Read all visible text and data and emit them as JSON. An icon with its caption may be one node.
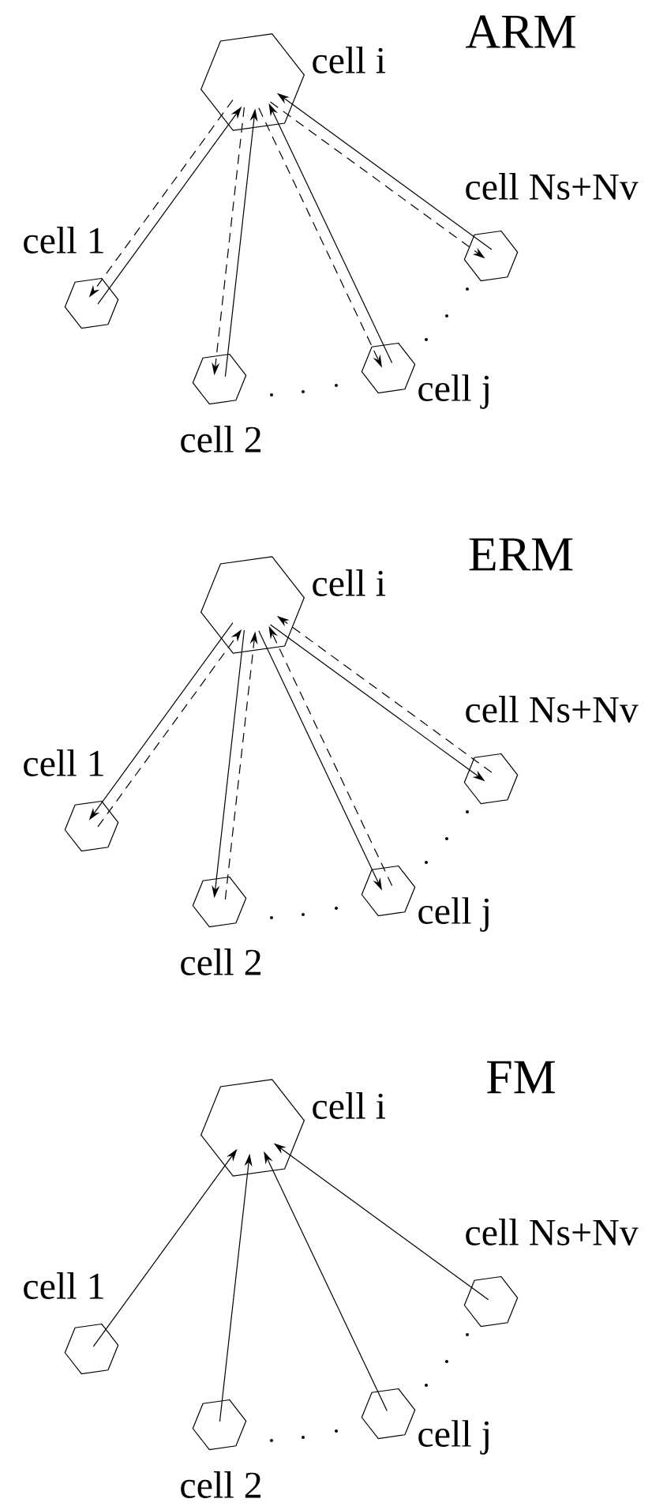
{
  "diagram": {
    "nodes": [
      {
        "text": [],
        "shape": "hexagon",
        "beside": [
          "cell i"
        ]
      },
      {
        "text": [],
        "shape": "hexagon",
        "beside": [
          "cell 1"
        ]
      },
      {
        "text": [],
        "shape": "hexagon",
        "beside": [
          "cell 2"
        ]
      },
      {
        "text": [],
        "shape": "hexagon",
        "beside": [
          "cell j"
        ]
      },
      {
        "text": [],
        "shape": "hexagon",
        "beside": [
          "cell Ns+Nv"
        ]
      },
      {
        "text": [],
        "shape": "hexagon",
        "beside": [
          "cell i"
        ]
      },
      {
        "text": [],
        "shape": "hexagon",
        "beside": [
          "cell 1"
        ]
      },
      {
        "text": [],
        "shape": "hexagon",
        "beside": [
          "cell 2"
        ]
      },
      {
        "text": [],
        "shape": "hexagon",
        "beside": [
          "cell j"
        ]
      },
      {
        "text": [],
        "shape": "hexagon",
        "beside": [
          "cell Ns+Nv"
        ]
      },
      {
        "text": [],
        "shape": "hexagon",
        "beside": [
          "cell i"
        ]
      },
      {
        "text": [],
        "shape": "hexagon",
        "beside": [
          "cell 1"
        ]
      },
      {
        "text": [],
        "shape": "hexagon",
        "beside": [
          "cell 2"
        ]
      },
      {
        "text": [],
        "shape": "hexagon",
        "beside": [
          "cell j"
        ]
      },
      {
        "text": [],
        "shape": "hexagon",
        "beside": [
          "cell Ns+Nv"
        ]
      }
    ],
    "edges": [
      {
        "from": 1,
        "to": 0,
        "arrow": "to"
      },
      {
        "from": 0,
        "to": 1,
        "arrow": "to",
        "style": "dashed"
      },
      {
        "from": 2,
        "to": 0,
        "arrow": "to"
      },
      {
        "from": 0,
        "to": 2,
        "arrow": "to",
        "style": "dashed"
      },
      {
        "from": 3,
        "to": 0,
        "arrow": "to"
      },
      {
        "from": 0,
        "to": 3,
        "arrow": "to",
        "style": "dashed"
      },
      {
        "from": 4,
        "to": 0,
        "arrow": "to"
      },
      {
        "from": 0,
        "to": 4,
        "arrow": "to",
        "style": "dashed"
      },
      {
        "from": 5,
        "to": 6,
        "arrow": "to"
      },
      {
        "from": 6,
        "to": 5,
        "arrow": "to",
        "style": "dashed"
      },
      {
        "from": 5,
        "to": 7,
        "arrow": "to"
      },
      {
        "from": 7,
        "to": 5,
        "arrow": "to",
        "style": "dashed"
      },
      {
        "from": 5,
        "to": 8,
        "arrow": "to"
      },
      {
        "from": 8,
        "to": 5,
        "arrow": "to",
        "style": "dashed"
      },
      {
        "from": 5,
        "to": 9,
        "arrow": "to"
      },
      {
        "from": 9,
        "to": 5,
        "arrow": "to",
        "style": "dashed"
      },
      {
        "from": 11,
        "to": 10,
        "arrow": "to"
      },
      {
        "from": 12,
        "to": 10,
        "arrow": "to"
      },
      {
        "from": 13,
        "to": 10,
        "arrow": "to"
      },
      {
        "from": 14,
        "to": 10,
        "arrow": "to"
      }
    ],
    "labels": [
      "ARM",
      "ERM",
      "FM"
    ]
  }
}
